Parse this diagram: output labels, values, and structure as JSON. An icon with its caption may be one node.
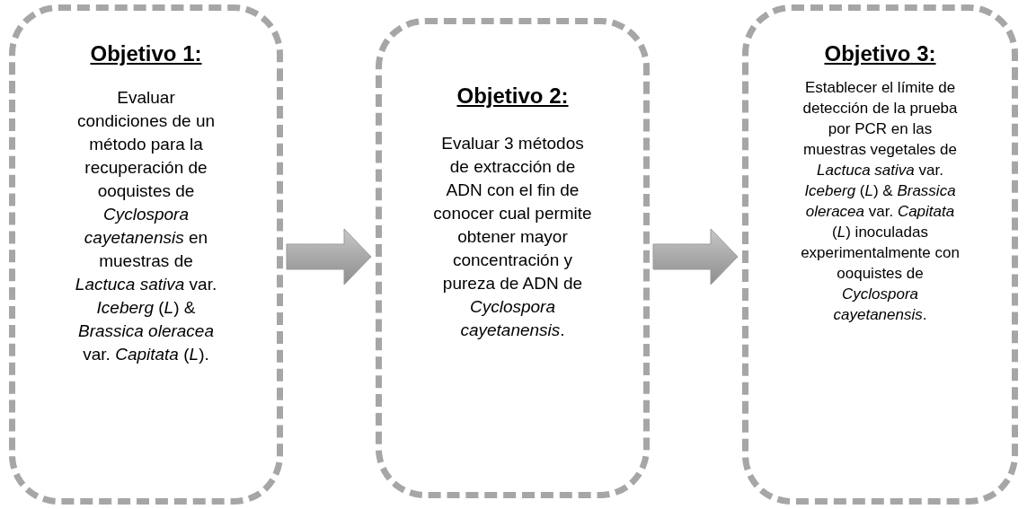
{
  "diagram": {
    "nodes": [
      {
        "text": [
          "Objetivo 1:",
          "Evaluar condiciones de un método para la recuperación de ooquistes de *Cyclospora cayetanensis* en muestras de *Lactuca sativa* var. *Iceberg* (*L*) & *Brassica oleracea* var. *Capitata* (*L*)."
        ]
      },
      {
        "text": [
          "Objetivo 2:",
          "Evaluar 3 métodos de extracción de ADN con el fin de conocer cual permite obtener mayor concentración y pureza de ADN de *Cyclospora cayetanensis*."
        ]
      },
      {
        "text": [
          "Objetivo 3:",
          "Establecer el límite de detección de la prueba por PCR en las muestras vegetales de *Lactuca sativa* var. *Iceberg* (*L*) & *Brassica oleracea* var. *Capitata* (*L*) inoculadas experimentalmente con ooquistes de *Cyclospora cayetanensis*."
        ]
      }
    ],
    "edges": [
      {
        "from": 0,
        "to": 1,
        "arrow": "to"
      },
      {
        "from": 1,
        "to": 2,
        "arrow": "to"
      }
    ]
  }
}
